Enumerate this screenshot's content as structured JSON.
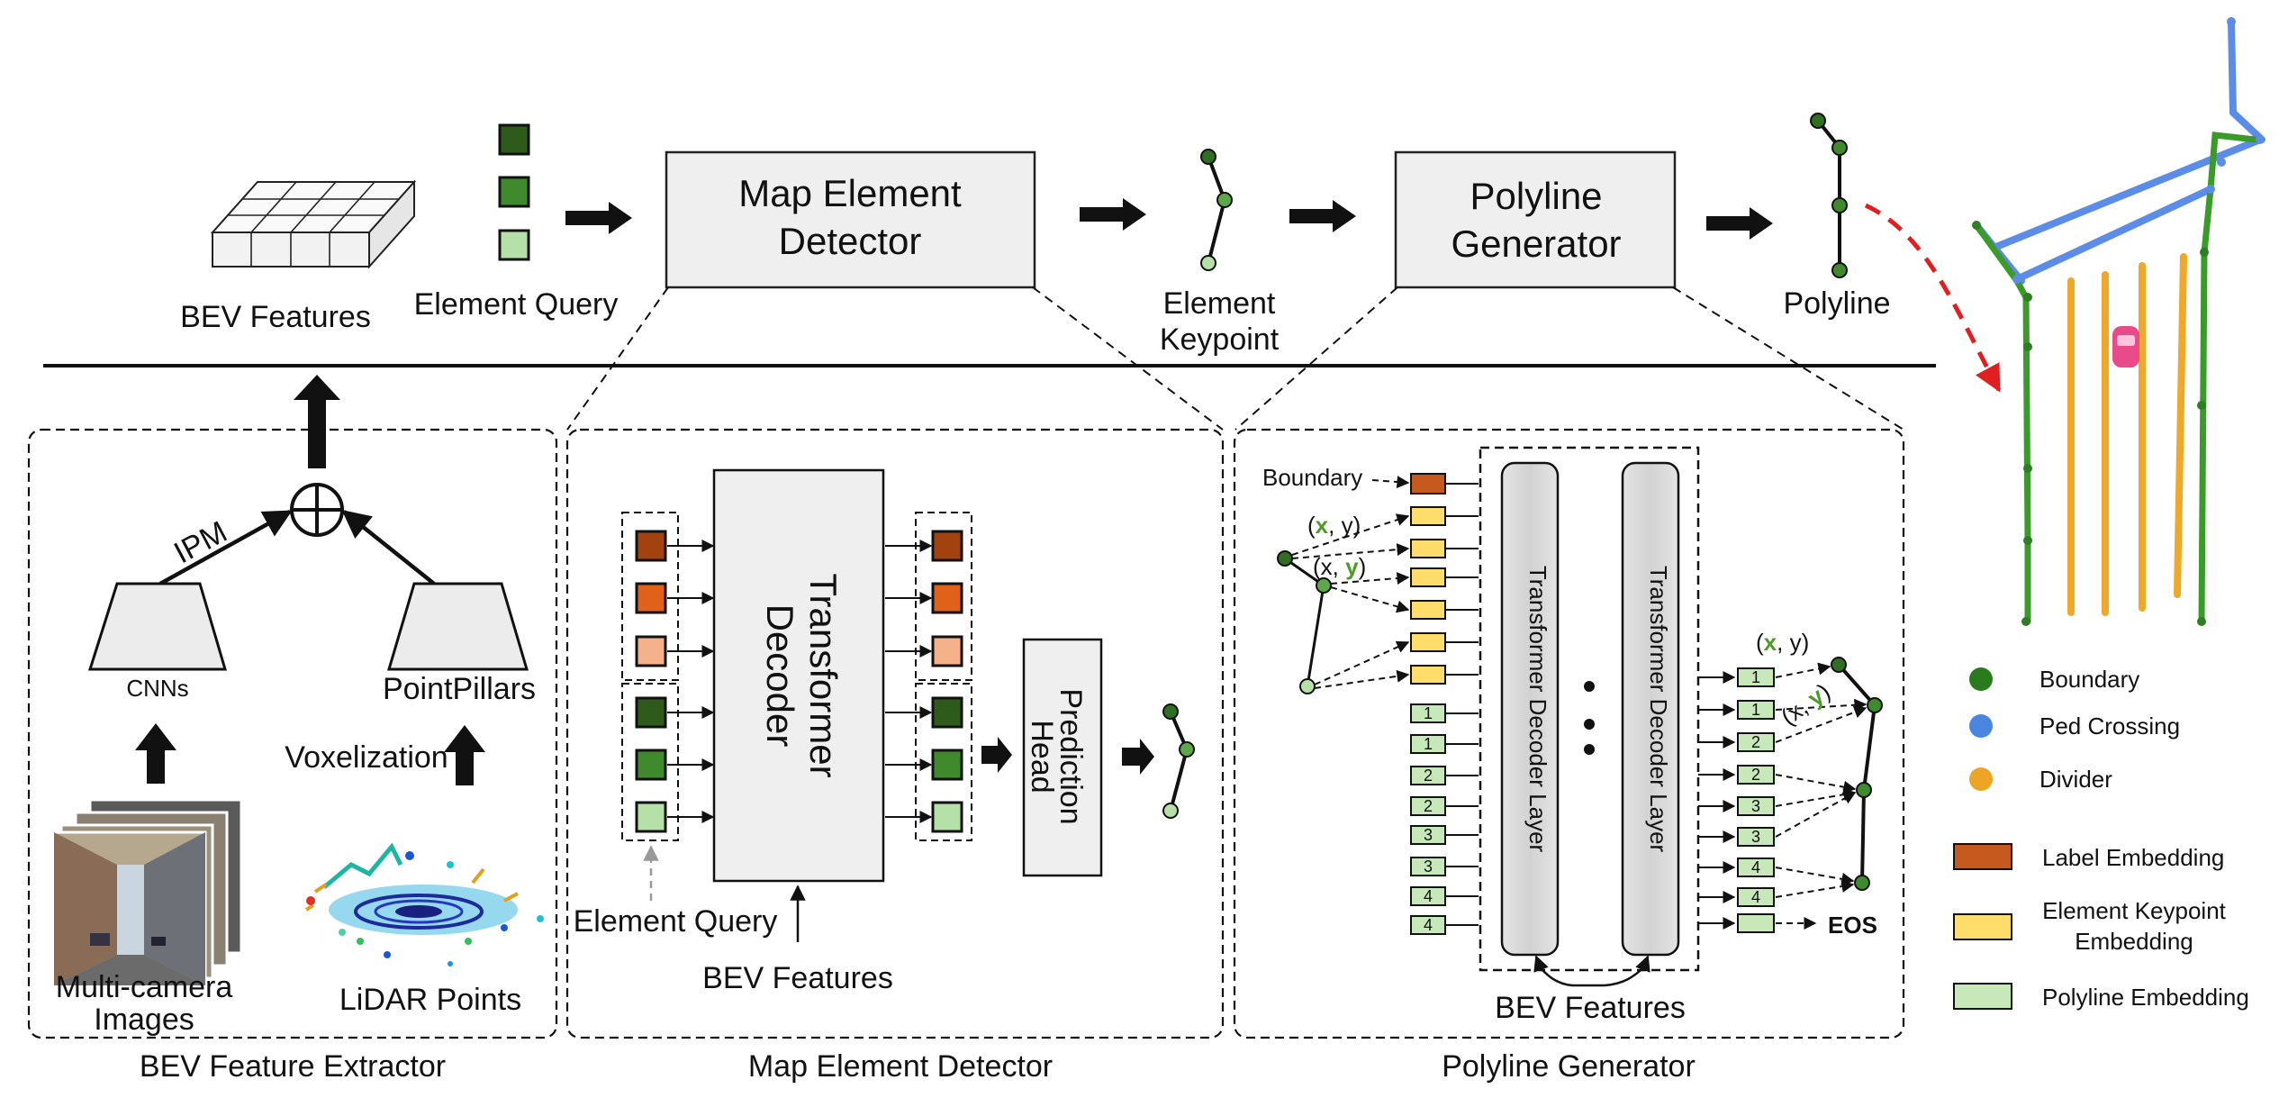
{
  "top": {
    "bev_features": "BEV Features",
    "element_query": "Element Query",
    "detector_box": [
      "Map Element",
      "Detector"
    ],
    "element_keypoint": [
      "Element",
      "Keypoint"
    ],
    "generator_box": [
      "Polyline",
      "Generator"
    ],
    "polyline": "Polyline"
  },
  "panels": {
    "extractor": {
      "caption": "BEV Feature Extractor",
      "ipm": "IPM",
      "cnns": "CNNs",
      "pointpillars": "PointPillars",
      "voxelization": "Voxelization",
      "images": [
        "Multi-camera",
        "Images"
      ],
      "lidar": "LiDAR Points"
    },
    "detector": {
      "caption": "Map Element Detector",
      "decoder": [
        "Transformer",
        "Decoder"
      ],
      "prediction_head": [
        "Prediction",
        "Head"
      ],
      "element_query": "Element Query",
      "bev_features": "BEV Features"
    },
    "generator": {
      "caption": "Polyline Generator",
      "boundary": "Boundary",
      "coord_x": "x",
      "coord_y": "y",
      "decoder_layer": "Transformer Decoder Layer",
      "bev_features": "BEV Features",
      "eos": "EOS",
      "input_tokens": [
        "1",
        "1",
        "2",
        "2",
        "3",
        "3",
        "4",
        "4"
      ],
      "output_tokens": [
        "1",
        "1",
        "2",
        "2",
        "3",
        "3",
        "4",
        "4",
        ""
      ]
    }
  },
  "legend": [
    "Boundary",
    "Ped Crossing",
    "Divider",
    "Label Embedding",
    "Element Keypoint",
    "Embedding",
    "Polyline Embedding"
  ],
  "colors": {
    "boundary": "#2a7a1e",
    "ped_crossing": "#4a86e0",
    "divider": "#eea526",
    "label_embedding": "#c65a1e",
    "keypoint_embedding": "#ffdd6a",
    "polyline_embedding": "#c7e8b8",
    "direction_arrow": "#e02020"
  }
}
